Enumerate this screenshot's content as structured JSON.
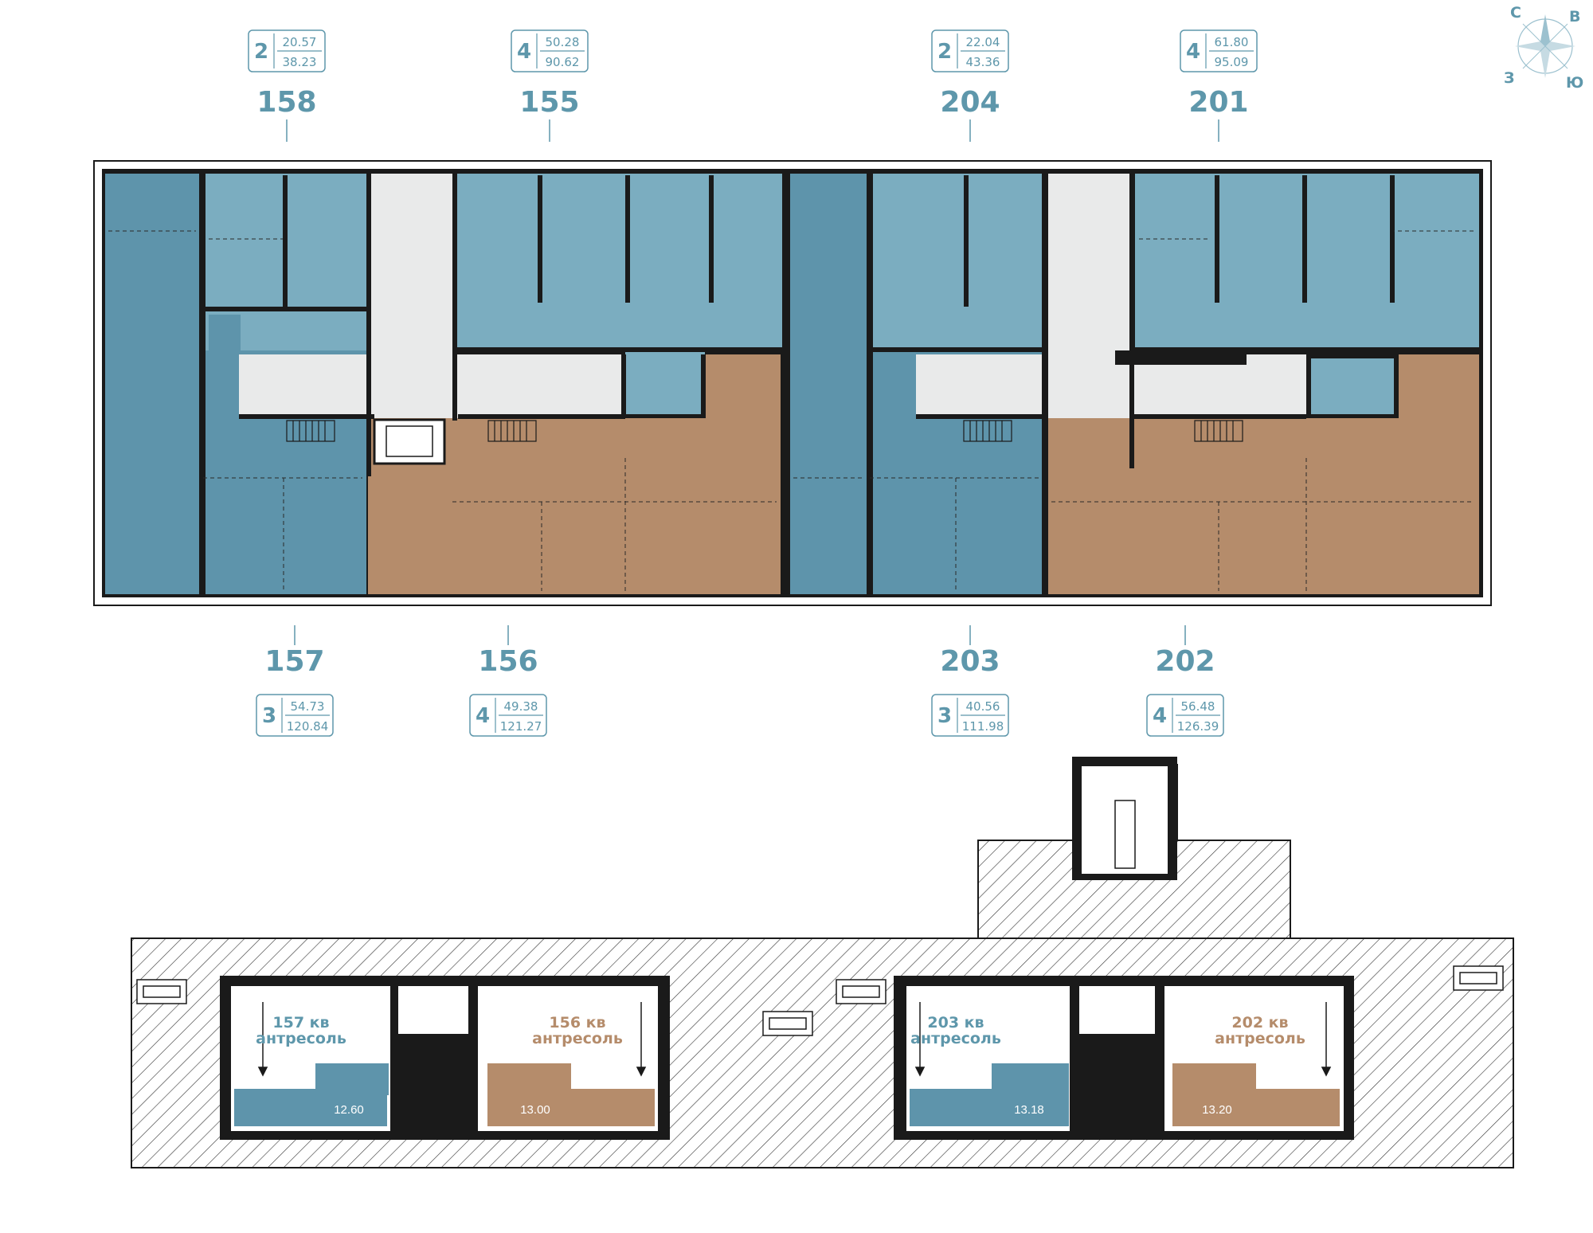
{
  "colors": {
    "blue_light": "#7badc0",
    "blue_dark": "#5e94ab",
    "tan": "#b58c6b",
    "corridor": "#e9eaea",
    "wall": "#1a1a1a",
    "accent": "#5e97ab",
    "mez_label_blue": "#5e97ab",
    "mez_label_tan": "#b58c6b"
  },
  "compass": {
    "n": "С",
    "e": "В",
    "w": "З",
    "s": "Ю"
  },
  "apartments": [
    {
      "number": "158",
      "rooms": "2",
      "living": "20.57",
      "total": "38.23",
      "color": "blue_light",
      "position": "top"
    },
    {
      "number": "155",
      "rooms": "4",
      "living": "50.28",
      "total": "90.62",
      "color": "blue_light",
      "position": "top"
    },
    {
      "number": "204",
      "rooms": "2",
      "living": "22.04",
      "total": "43.36",
      "color": "blue_light",
      "position": "top"
    },
    {
      "number": "201",
      "rooms": "4",
      "living": "61.80",
      "total": "95.09",
      "color": "blue_light",
      "position": "top"
    },
    {
      "number": "157",
      "rooms": "3",
      "living": "54.73",
      "total": "120.84",
      "color": "blue_dark",
      "position": "bottom"
    },
    {
      "number": "156",
      "rooms": "4",
      "living": "49.38",
      "total": "121.27",
      "color": "tan",
      "position": "bottom"
    },
    {
      "number": "203",
      "rooms": "3",
      "living": "40.56",
      "total": "111.98",
      "color": "blue_dark",
      "position": "bottom"
    },
    {
      "number": "202",
      "rooms": "4",
      "living": "56.48",
      "total": "126.39",
      "color": "tan",
      "position": "bottom"
    }
  ],
  "mezzanines": [
    {
      "line1": "157 кв",
      "line2": "антресоль",
      "area": "12.60",
      "color": "blue_dark"
    },
    {
      "line1": "156 кв",
      "line2": "антресоль",
      "area": "13.00",
      "color": "tan"
    },
    {
      "line1": "203 кв",
      "line2": "антресоль",
      "area": "13.18",
      "color": "blue_dark"
    },
    {
      "line1": "202 кв",
      "line2": "антресоль",
      "area": "13.20",
      "color": "tan"
    }
  ]
}
